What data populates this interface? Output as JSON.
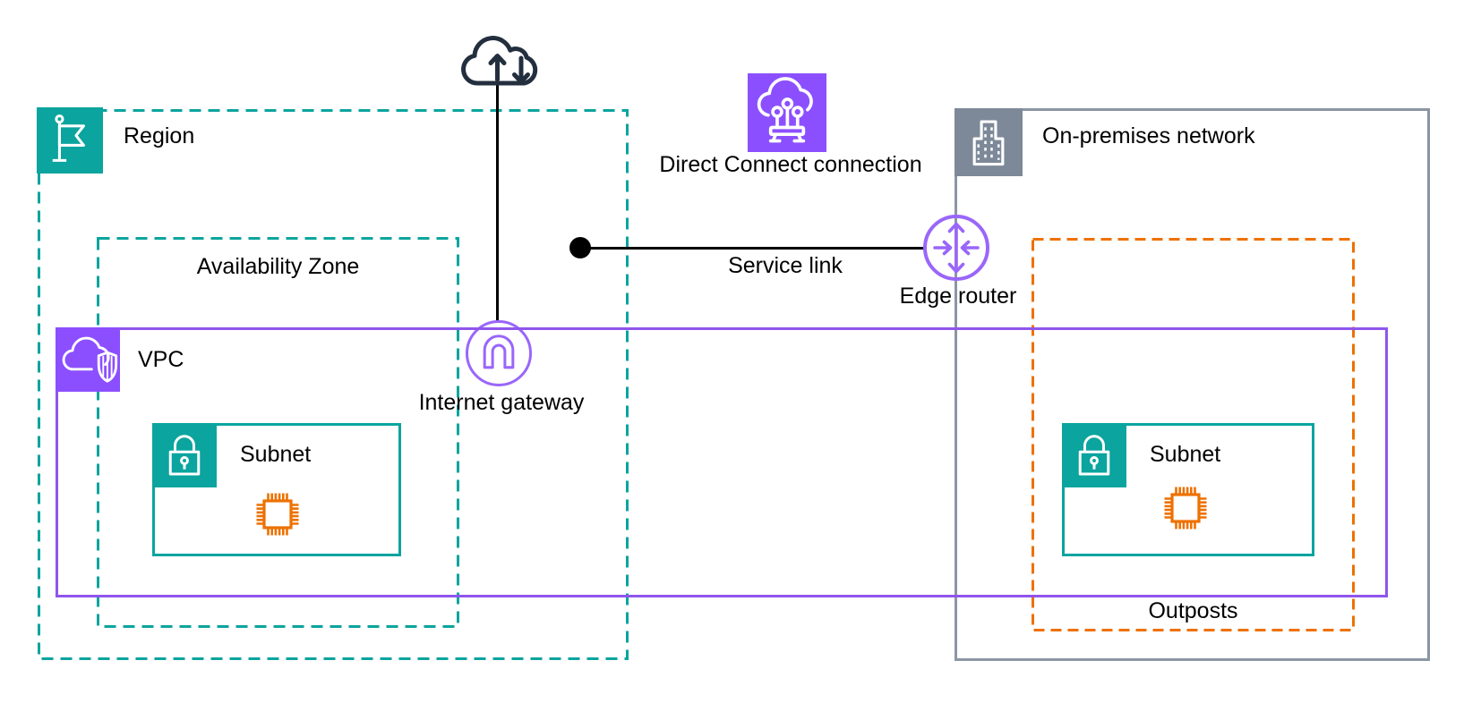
{
  "labels": {
    "region": "Region",
    "availability_zone": "Availability Zone",
    "vpc": "VPC",
    "subnet_left": "Subnet",
    "subnet_right": "Subnet",
    "internet_gateway": "Internet gateway",
    "direct_connect": "Direct Connect connection",
    "service_link": "Service link",
    "edge_router": "Edge router",
    "on_premises_network": "On-premises network",
    "outposts": "Outposts"
  },
  "icons": {
    "internet": "cloud-up-down-arrows-icon",
    "region": "flag-icon",
    "vpc": "cloud-shield-icon",
    "subnet": "lock-icon",
    "instance": "chip-icon",
    "internet_gateway": "gateway-arch-icon",
    "direct_connect": "cloud-fiber-connection-icon",
    "edge_router": "router-arrows-icon",
    "on_premises": "building-icon"
  },
  "colors": {
    "teal": "#0BA49E",
    "purple": "#8C4FFF",
    "purple-border": "#8F55EC",
    "purple-light": "#9A66FA",
    "orange": "#ED7100",
    "gray": "#7D8998",
    "gray-border": "#8B96A4",
    "navy": "#232F3E",
    "ink": "#000000"
  }
}
